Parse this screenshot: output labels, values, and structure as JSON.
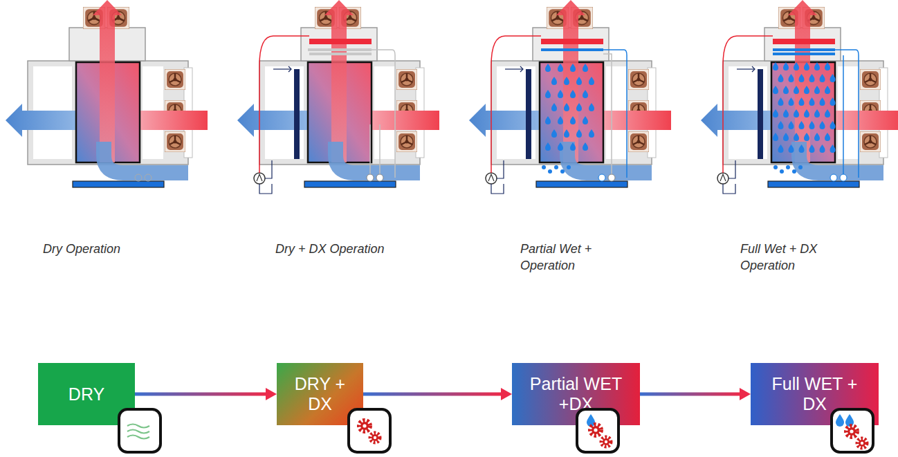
{
  "diagram": {
    "nodes": [
      {
        "text": [
          "DRY"
        ]
      },
      {
        "text": [
          "DRY + DX"
        ]
      },
      {
        "text": [
          "Partial WET +DX"
        ]
      },
      {
        "text": [
          "Full WET + DX"
        ]
      }
    ],
    "edges": [
      {
        "from": 0,
        "to": 1,
        "arrow": "to"
      },
      {
        "from": 1,
        "to": 2,
        "arrow": "to"
      },
      {
        "from": 2,
        "to": 3,
        "arrow": "to"
      }
    ],
    "labels": [
      "Dry Operation",
      "Dry + DX Operation",
      "Partial Wet + Operation",
      "Full Wet + DX Operation"
    ]
  }
}
